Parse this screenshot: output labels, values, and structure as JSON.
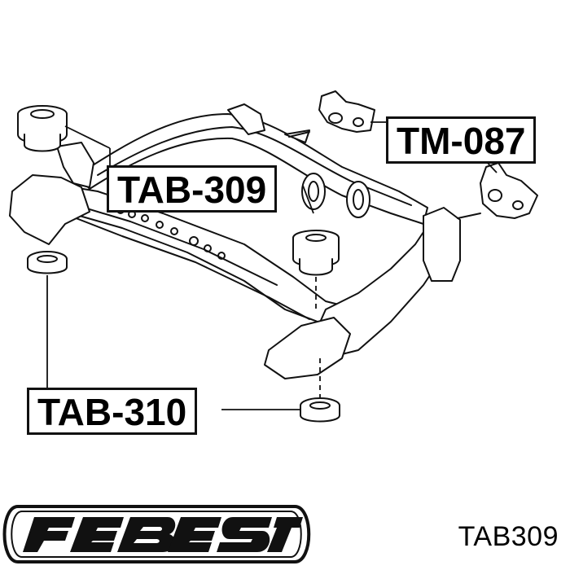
{
  "diagram": {
    "callouts": [
      {
        "id": "tm087",
        "label": "TM-087"
      },
      {
        "id": "tab309",
        "label": "TAB-309"
      },
      {
        "id": "tab310",
        "label": "TAB-310"
      }
    ]
  },
  "brand": {
    "logo_text": "FEBEST",
    "part_code": "TAB309"
  },
  "colors": {
    "ink": "#111111",
    "background": "#ffffff"
  }
}
